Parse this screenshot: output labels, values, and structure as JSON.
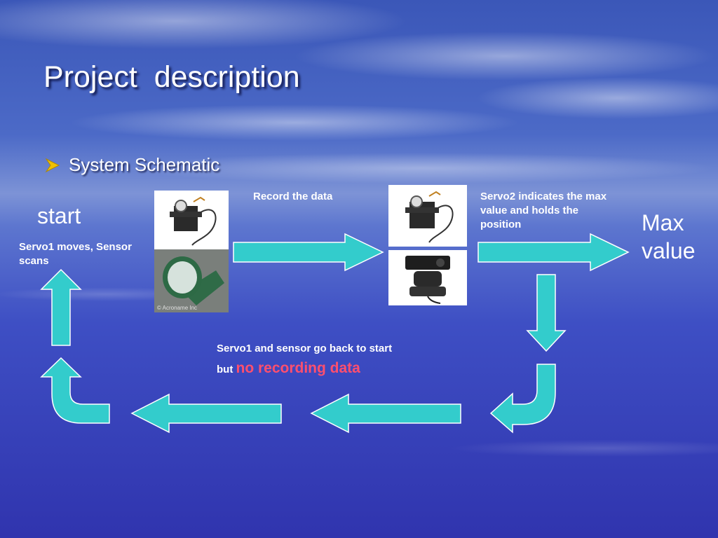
{
  "slide": {
    "title": "Project  description",
    "bullet": "System Schematic"
  },
  "labels": {
    "start": "start",
    "servo1_moves": "Servo1 moves, Sensor scans",
    "record": "Record the data",
    "servo2": "Servo2 indicates the max value and holds the position",
    "max_value": "Max value",
    "go_back_prefix": "Servo1 and sensor go back to start but ",
    "go_back_emphasis": "no recording data"
  },
  "image_credit": "© Acroname Inc",
  "colors": {
    "arrow": "#33cccc",
    "arrow_stroke": "#ffffff",
    "emphasis": "#ff4f6e",
    "bullet": "#f0c000"
  },
  "icons": {
    "bullet": "arrowhead-bullet-icon",
    "servo": "servo-motor-image",
    "sensor": "ultrasonic-sensor-image",
    "webcam": "webcam-image"
  }
}
